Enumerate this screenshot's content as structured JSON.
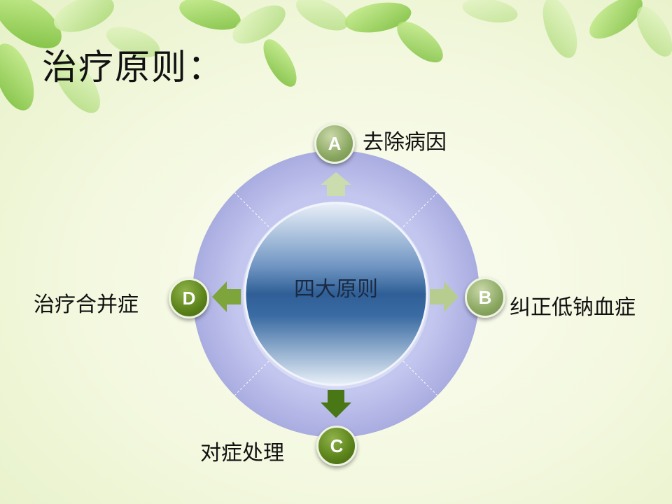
{
  "slide": {
    "title": "治疗原则：",
    "center_label": "四大原则",
    "items": [
      {
        "badge": "A",
        "label": "去除病因"
      },
      {
        "badge": "B",
        "label": "纠正低钠血症"
      },
      {
        "badge": "C",
        "label": "对症处理"
      },
      {
        "badge": "D",
        "label": "治疗合并症"
      }
    ]
  },
  "colors": {
    "ring": "#b4b7e6",
    "center_sphere": "#3f6fa4",
    "arrow_light": "#b3c98c",
    "arrow_dark": "#4e7c18",
    "badge_light": "#8ba862",
    "badge_dark": "#5a8219",
    "leaves": "#8fcf4a"
  }
}
